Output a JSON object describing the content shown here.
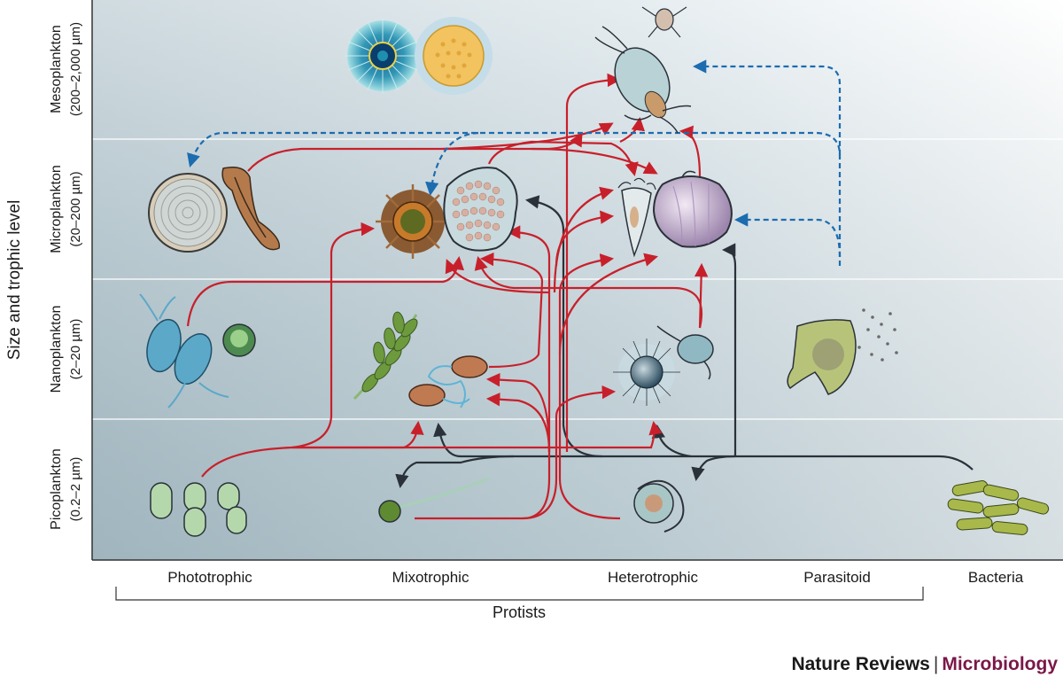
{
  "y_axis_title": "Size and trophic level",
  "size_classes": [
    {
      "name": "Mesoplankton",
      "range": "(200–2,000 µm)"
    },
    {
      "name": "Microplankton",
      "range": "(20–200 µm)"
    },
    {
      "name": "Nanoplankton",
      "range": "(2–20 µm)"
    },
    {
      "name": "Picoplankton",
      "range": "(0.2–2 µm)"
    }
  ],
  "categories": [
    "Phototrophic",
    "Mixotrophic",
    "Heterotrophic",
    "Parasitoid",
    "Bacteria"
  ],
  "group_label": "Protists",
  "footer": {
    "publisher": "Nature Reviews",
    "separator": "|",
    "journal": "Microbiology"
  },
  "colors": {
    "trophic_arrow": "#c8202b",
    "bacteria_arrow": "#2a3138",
    "parasitoid_arrow": "#1c6cb0",
    "journal": "#7a1848"
  }
}
